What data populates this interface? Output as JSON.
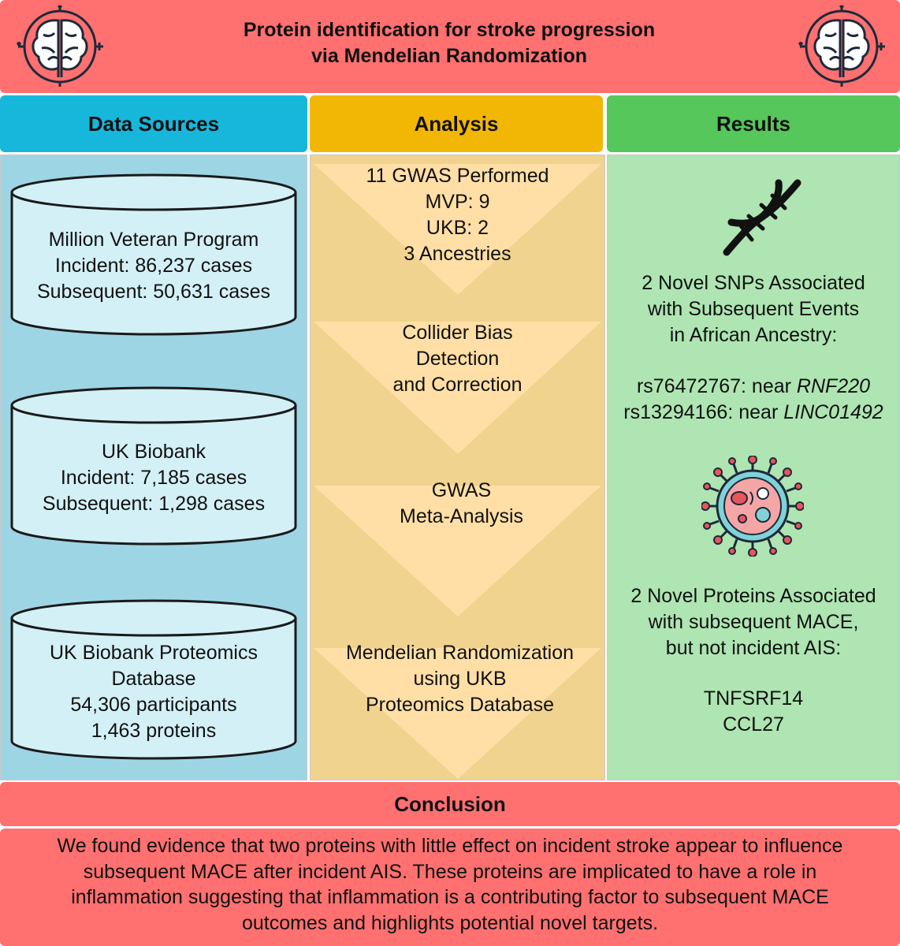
{
  "title": {
    "line1": "Protein identification for stroke progression",
    "line2": "via Mendelian Randomization"
  },
  "columns": {
    "data_sources": "Data Sources",
    "analysis": "Analysis",
    "results": "Results"
  },
  "data_sources": [
    {
      "lines": [
        "Million Veteran Program",
        "Incident: 86,237 cases",
        "Subsequent: 50,631 cases"
      ]
    },
    {
      "lines": [
        "UK Biobank",
        "Incident: 7,185 cases",
        "Subsequent: 1,298 cases"
      ]
    },
    {
      "lines": [
        "UK Biobank Proteomics",
        "Database",
        "54,306 participants",
        "1,463 proteins"
      ]
    }
  ],
  "analysis_steps": [
    {
      "lines": [
        "11 GWAS Performed",
        "MVP: 9",
        "UKB: 2",
        "3 Ancestries"
      ]
    },
    {
      "lines": [
        "Collider Bias",
        "Detection",
        "and Correction"
      ]
    },
    {
      "lines": [
        "GWAS",
        "Meta-Analysis"
      ]
    },
    {
      "lines": [
        "Mendelian Randomization",
        "using UKB",
        "Proteomics Database"
      ]
    }
  ],
  "results": {
    "snp_block": [
      "2 Novel SNPs Associated",
      "with Subsequent Events",
      "in African Ancestry:"
    ],
    "snps": [
      {
        "id": "rs76472767: near ",
        "gene": "RNF220"
      },
      {
        "id": "rs13294166: near ",
        "gene": "LINC01492"
      }
    ],
    "protein_block": [
      "2 Novel Proteins Associated",
      "with subsequent MACE,",
      "but not incident AIS:"
    ],
    "proteins": [
      "TNFSRF14",
      "CCL27"
    ]
  },
  "conclusion": {
    "heading": "Conclusion",
    "lines": [
      "We found evidence that two proteins with little effect on incident stroke appear to influence",
      "subsequent MACE after incident AIS. These proteins are implicated to have a role in",
      "inflammation suggesting that inflammation is a contributing factor to subsequent MACE",
      "outcomes and highlights potential novel targets."
    ]
  },
  "colors": {
    "title_bg": "#ff7070",
    "data_sources_header": "#17b7dc",
    "data_sources_body": "#9ed5e5",
    "cylinder_fill": "#d3f0f6",
    "analysis_header": "#f2b705",
    "analysis_body": "#f0d38e",
    "arrow_fill": "#ffdfa6",
    "results_header": "#55c75b",
    "results_body": "#aee5b2"
  },
  "icons": [
    "brain-icon",
    "dna-icon",
    "cell-icon"
  ]
}
